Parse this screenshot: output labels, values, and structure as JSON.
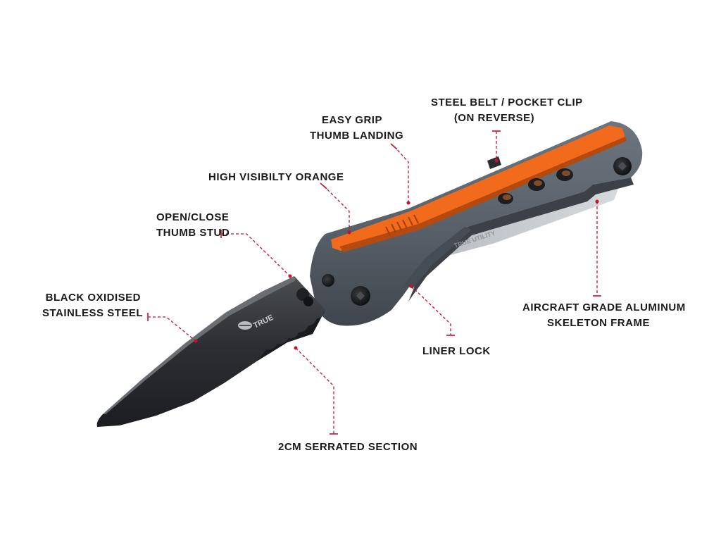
{
  "brand": {
    "logo_text": "TRUE",
    "engraving": "TRUE UTILITY"
  },
  "colors": {
    "leader": "#c4122f",
    "handle": "#59616a",
    "handle_dark": "#3e444b",
    "orange": "#f26b1d",
    "blade": "#2b2d30",
    "label_text": "#1a1a1a"
  },
  "labels": {
    "clip": [
      "STEEL BELT / POCKET CLIP",
      "(ON REVERSE)"
    ],
    "grip": [
      "EASY GRIP",
      "THUMB LANDING"
    ],
    "orange": [
      "HIGH VISIBILTY ORANGE"
    ],
    "stud": [
      "OPEN/CLOSE",
      "THUMB STUD"
    ],
    "steel": [
      "BLACK OXIDISED",
      "STAINLESS STEEL"
    ],
    "frame": [
      "AIRCRAFT GRADE ALUMINUM",
      "SKELETON FRAME"
    ],
    "liner": [
      "LINER LOCK"
    ],
    "serrated": [
      "2CM SERRATED SECTION"
    ]
  }
}
